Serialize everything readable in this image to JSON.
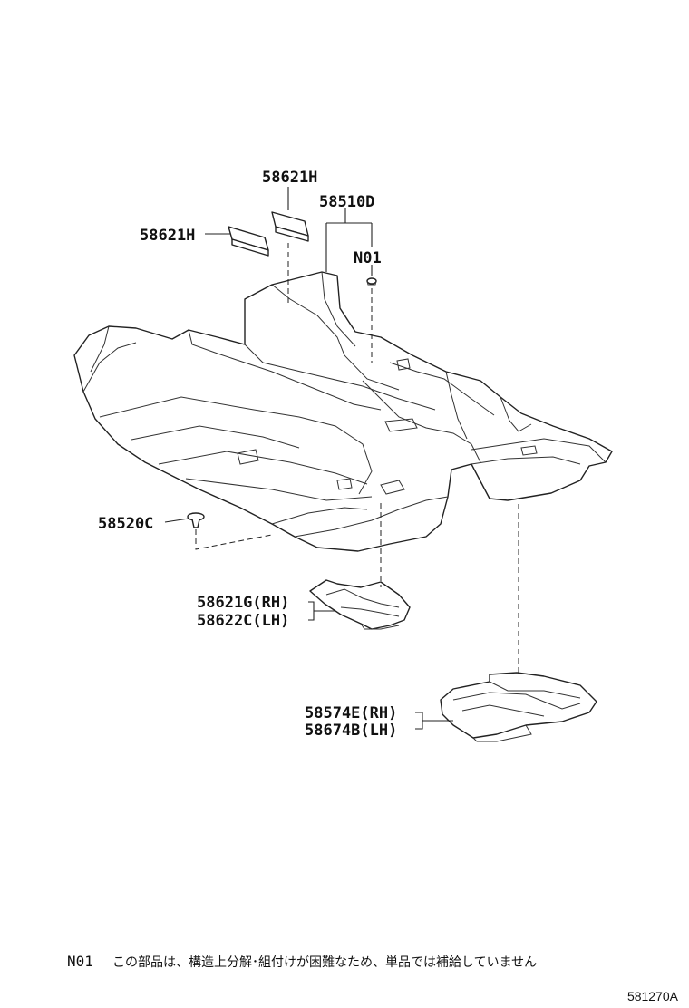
{
  "labels": {
    "pad_upper": "58621H",
    "pad_left": "58621H",
    "carpet": "58510D",
    "n01_marker": "N01",
    "clip": "58520C",
    "heel_pad_rh": "58621G(RH)",
    "heel_pad_lh": "58622C(LH)",
    "rear_mat_rh": "58574E(RH)",
    "rear_mat_lh": "58674B(LH)"
  },
  "footnote": {
    "code": "N01",
    "text": "この部品は、構造上分解･組付けが困難なため、単品では補給していません"
  },
  "figure_id": "581270A"
}
